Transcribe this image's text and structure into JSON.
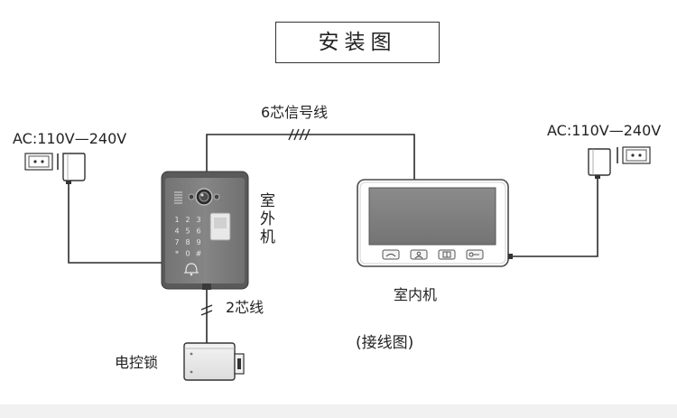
{
  "title": "安装图",
  "power_left": {
    "label": "AC:110V—240V"
  },
  "power_right": {
    "label": "AC:110V—240V"
  },
  "signal_cable": {
    "label": "6芯信号线"
  },
  "outdoor_unit": {
    "label": "室外机",
    "keypad_keys": [
      "1",
      "2",
      "3",
      "4",
      "5",
      "6",
      "7",
      "8",
      "9",
      "*",
      "0",
      "#"
    ]
  },
  "indoor_unit": {
    "label": "室内机"
  },
  "lock_cable": {
    "label": "2芯线"
  },
  "electric_lock": {
    "label": "电控锁"
  },
  "caption": "(接线图)",
  "bottom_strip": {
    "color": "#f1f1f1"
  }
}
